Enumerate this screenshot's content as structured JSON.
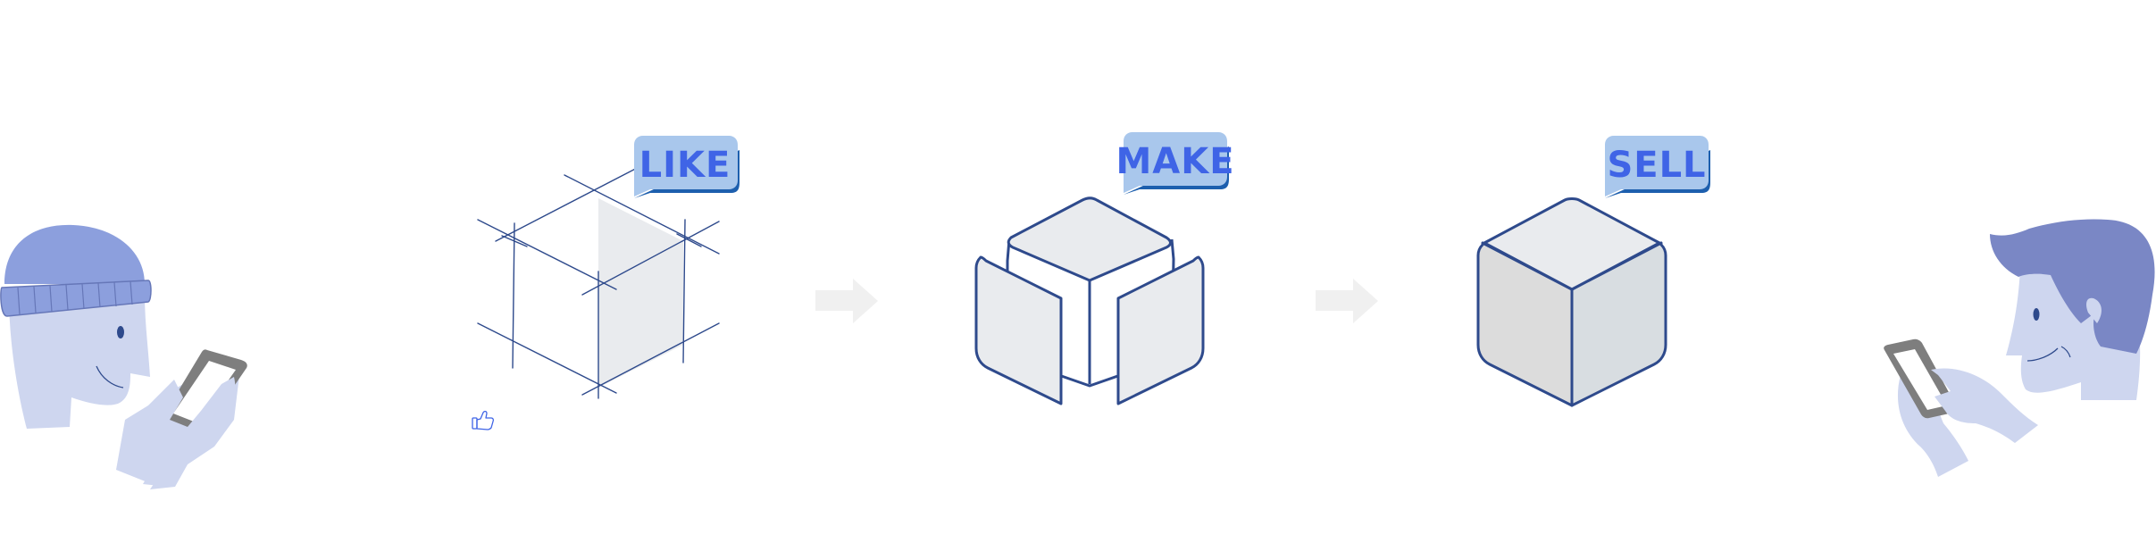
{
  "stages": [
    {
      "id": "like",
      "label": "LIKE"
    },
    {
      "id": "make",
      "label": "MAKE"
    },
    {
      "id": "sell",
      "label": "SELL"
    }
  ],
  "colors": {
    "bubble_fill": "#a9c7ec",
    "bubble_shadow": "#1d5fae",
    "bubble_text": "#3f64e6",
    "cube_stroke": "#2e4a8c",
    "cube_face_light": "#e9ebee",
    "cube_face_mid": "#dcdcdc",
    "cube_face_right": "#d8dde1",
    "arrow": "#f0f0f0",
    "person_skin": "#ced6ef",
    "hat": "#8c9fdd",
    "hair": "#7a87c5",
    "phone": "#7e7e7e"
  },
  "icons": [
    "thumbs-up-icon",
    "arrow-right-icon",
    "arrow-right-icon"
  ]
}
